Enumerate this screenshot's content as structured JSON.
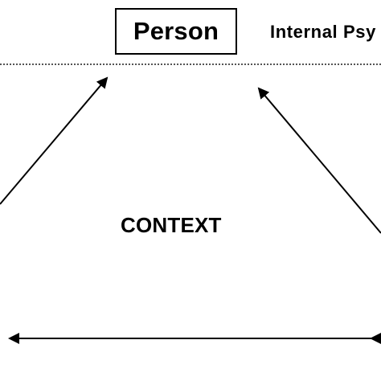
{
  "person_label": "Person",
  "internal_label": "Internal Psy",
  "context_label": "CONTEXT"
}
